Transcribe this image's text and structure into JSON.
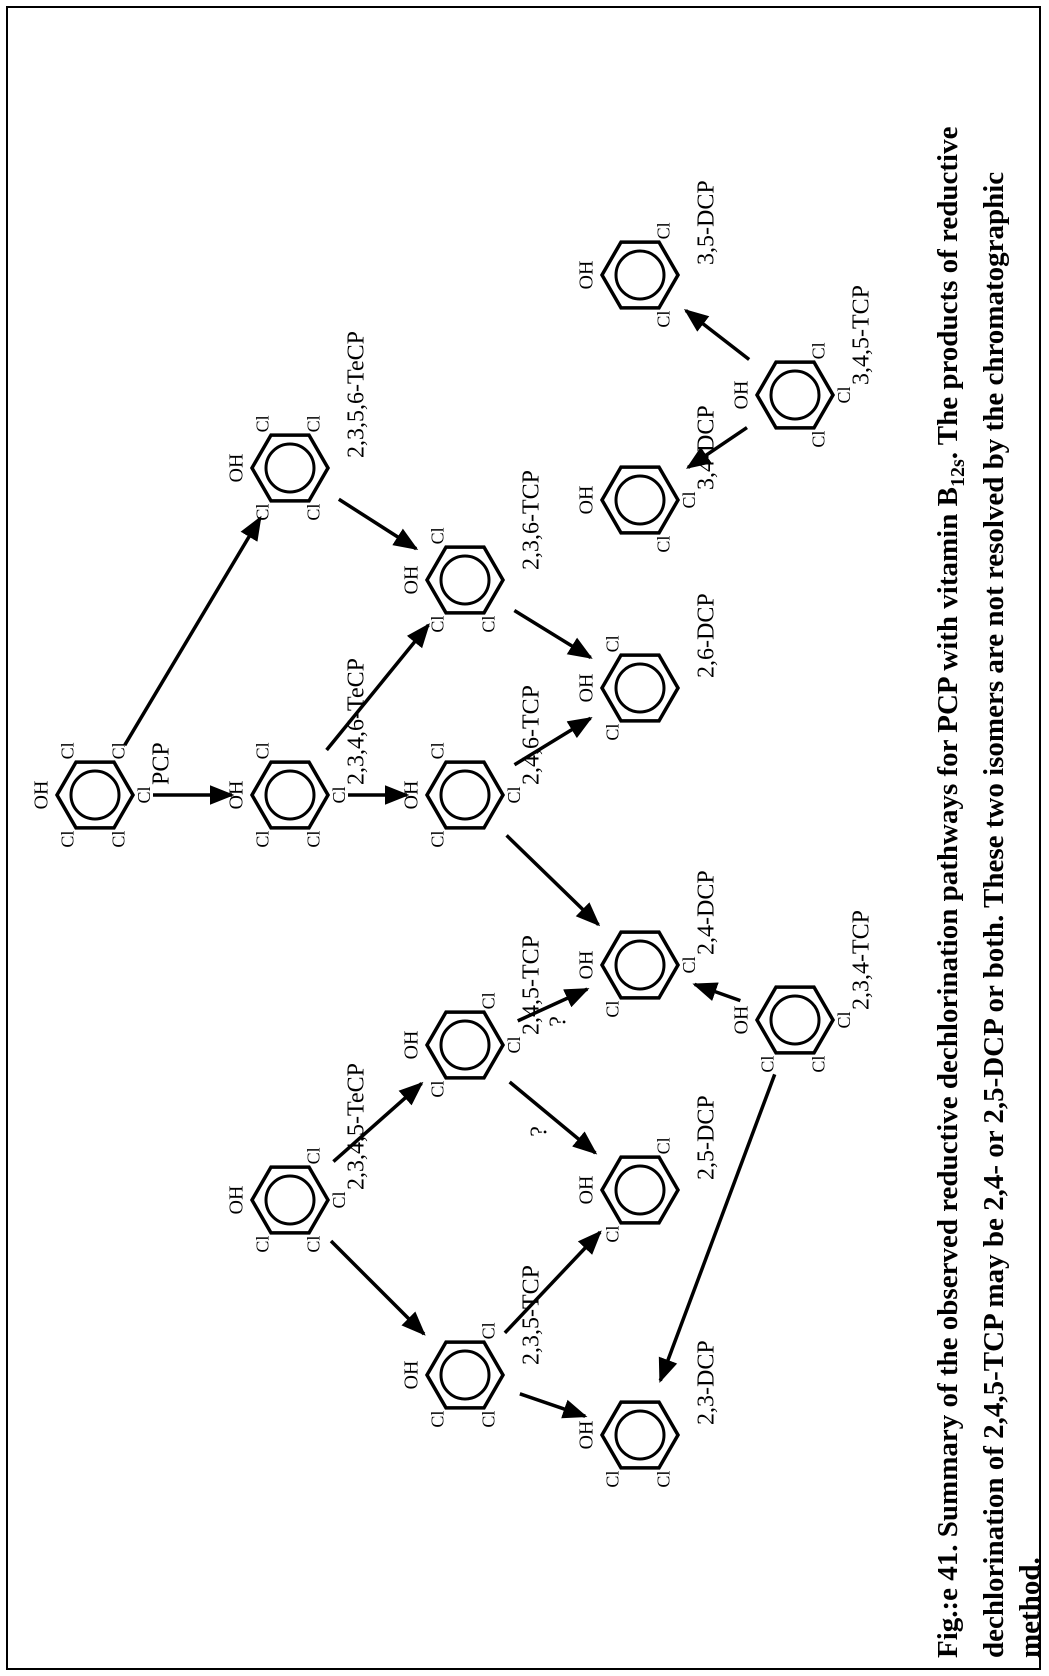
{
  "figure": {
    "caption_lines": [
      "Fig.:e 41.  Summary of the observed reductive dechlorination pathways for PCP with vitamin B",
      "dechlorination of 2,4,5-TCP may be 2,4- or 2,5-DCP or both.  These two isomers are not resolved by the chromatographic",
      "method."
    ],
    "caption_subscript": "12s",
    "caption_line1_tail": ".   The products of reductive"
  },
  "atom_labels": {
    "oh": "OH",
    "cl": "Cl"
  },
  "compounds": [
    {
      "id": "pcp",
      "label": "PCP",
      "cl": [
        2,
        3,
        4,
        5,
        6
      ]
    },
    {
      "id": "tecp2346",
      "label": "2,3,4,6-TeCP",
      "cl": [
        2,
        3,
        4,
        6
      ]
    },
    {
      "id": "tecp2356",
      "label": "2,3,5,6-TeCP",
      "cl": [
        2,
        3,
        5,
        6
      ]
    },
    {
      "id": "tecp2345",
      "label": "2,3,4,5-TeCP",
      "cl": [
        2,
        3,
        4,
        5
      ]
    },
    {
      "id": "tcp246",
      "label": "2,4,6-TCP",
      "cl": [
        2,
        4,
        6
      ]
    },
    {
      "id": "tcp236",
      "label": "2,3,6-TCP",
      "cl": [
        2,
        3,
        6
      ]
    },
    {
      "id": "tcp245",
      "label": "2,4,5-TCP",
      "cl": [
        2,
        4,
        5
      ]
    },
    {
      "id": "tcp235",
      "label": "2,3,5-TCP",
      "cl": [
        2,
        3,
        5
      ]
    },
    {
      "id": "tcp234",
      "label": "2,3,4-TCP",
      "cl": [
        2,
        3,
        4
      ]
    },
    {
      "id": "tcp345",
      "label": "3,4,5-TCP",
      "cl": [
        3,
        4,
        5
      ]
    },
    {
      "id": "dcp26",
      "label": "2,6-DCP",
      "cl": [
        2,
        6
      ]
    },
    {
      "id": "dcp24",
      "label": "2,4-DCP",
      "cl": [
        2,
        4
      ]
    },
    {
      "id": "dcp25",
      "label": "2,5-DCP",
      "cl": [
        2,
        5
      ]
    },
    {
      "id": "dcp23",
      "label": "2,3-DCP",
      "cl": [
        2,
        3
      ]
    },
    {
      "id": "dcp34",
      "label": "3,4-DCP",
      "cl": [
        3,
        4
      ]
    },
    {
      "id": "dcp35",
      "label": "3,5-DCP",
      "cl": [
        3,
        5
      ]
    }
  ],
  "pathways": [
    {
      "from": "pcp",
      "to": "tecp2346"
    },
    {
      "from": "pcp",
      "to": "tecp2356"
    },
    {
      "from": "tecp2346",
      "to": "tcp246"
    },
    {
      "from": "tecp2346",
      "to": "tcp236"
    },
    {
      "from": "tecp2356",
      "to": "tcp236"
    },
    {
      "from": "tcp236",
      "to": "dcp26"
    },
    {
      "from": "tcp246",
      "to": "dcp26"
    },
    {
      "from": "tcp246",
      "to": "dcp24"
    },
    {
      "from": "tecp2345",
      "to": "tcp245"
    },
    {
      "from": "tecp2345",
      "to": "tcp235"
    },
    {
      "from": "tcp245",
      "to": "dcp24",
      "label": "?"
    },
    {
      "from": "tcp245",
      "to": "dcp25",
      "label": "?"
    },
    {
      "from": "tcp235",
      "to": "dcp25"
    },
    {
      "from": "tcp235",
      "to": "dcp23"
    },
    {
      "from": "tcp234",
      "to": "dcp24"
    },
    {
      "from": "tcp234",
      "to": "dcp23"
    },
    {
      "from": "tcp345",
      "to": "dcp34"
    },
    {
      "from": "tcp345",
      "to": "dcp35"
    }
  ]
}
